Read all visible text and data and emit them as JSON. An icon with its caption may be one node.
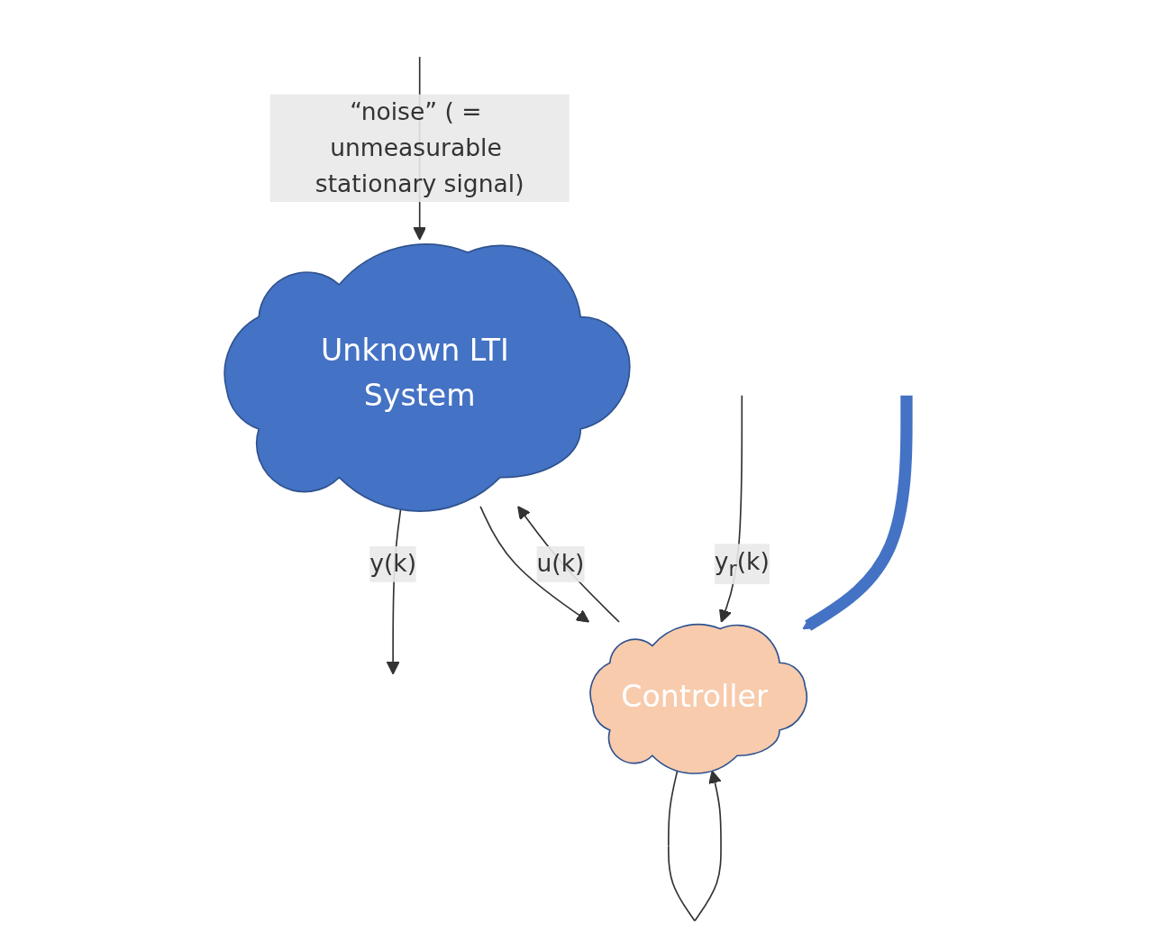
{
  "diagram": {
    "nodes": [
      {
        "text": [
          "Unknown LTI System"
        ]
      },
      {
        "text": [
          "Controller"
        ]
      }
    ],
    "edges": [
      {
        "from": null,
        "to": 0,
        "arrow": "to",
        "label": "“noise” ( = unmeasurable stationary signal)"
      },
      {
        "from": 1,
        "to": 0,
        "arrow": "to",
        "label": "u(k)"
      },
      {
        "from": 1,
        "to": 1,
        "arrow": "to"
      },
      {
        "from": 0,
        "to": null,
        "arrow": "to",
        "label": "y(k)"
      },
      {
        "from": 0,
        "to": 1,
        "arrow": "to"
      },
      {
        "from": null,
        "to": 1,
        "arrow": "to",
        "label": "y$_{r}$(k)"
      },
      {
        "from": null,
        "to": 1,
        "arrow": "to",
        "style": "thick",
        "color": "#4472c4"
      }
    ]
  }
}
